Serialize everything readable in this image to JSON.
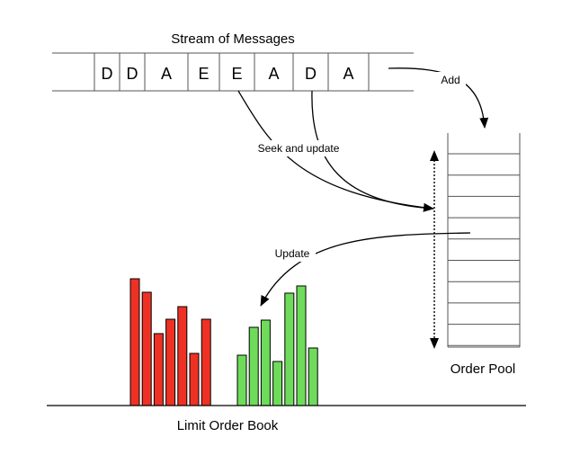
{
  "stream": {
    "title": "Stream of Messages",
    "messages": [
      "D",
      "D",
      "A",
      "E",
      "E",
      "A",
      "D",
      "A"
    ]
  },
  "labels": {
    "add": "Add",
    "seek_update": "Seek and update",
    "update": "Update",
    "order_pool": "Order Pool",
    "limit_order_book": "Limit Order Book"
  },
  "order_pool": {
    "slots": 10
  },
  "order_book": {
    "bid_color": "#ee3124",
    "ask_color": "#6edc5a",
    "bid_levels": [
      141,
      126,
      80,
      96,
      110,
      58,
      96
    ],
    "ask_levels": [
      56,
      87,
      95,
      49,
      125,
      133,
      64
    ]
  }
}
